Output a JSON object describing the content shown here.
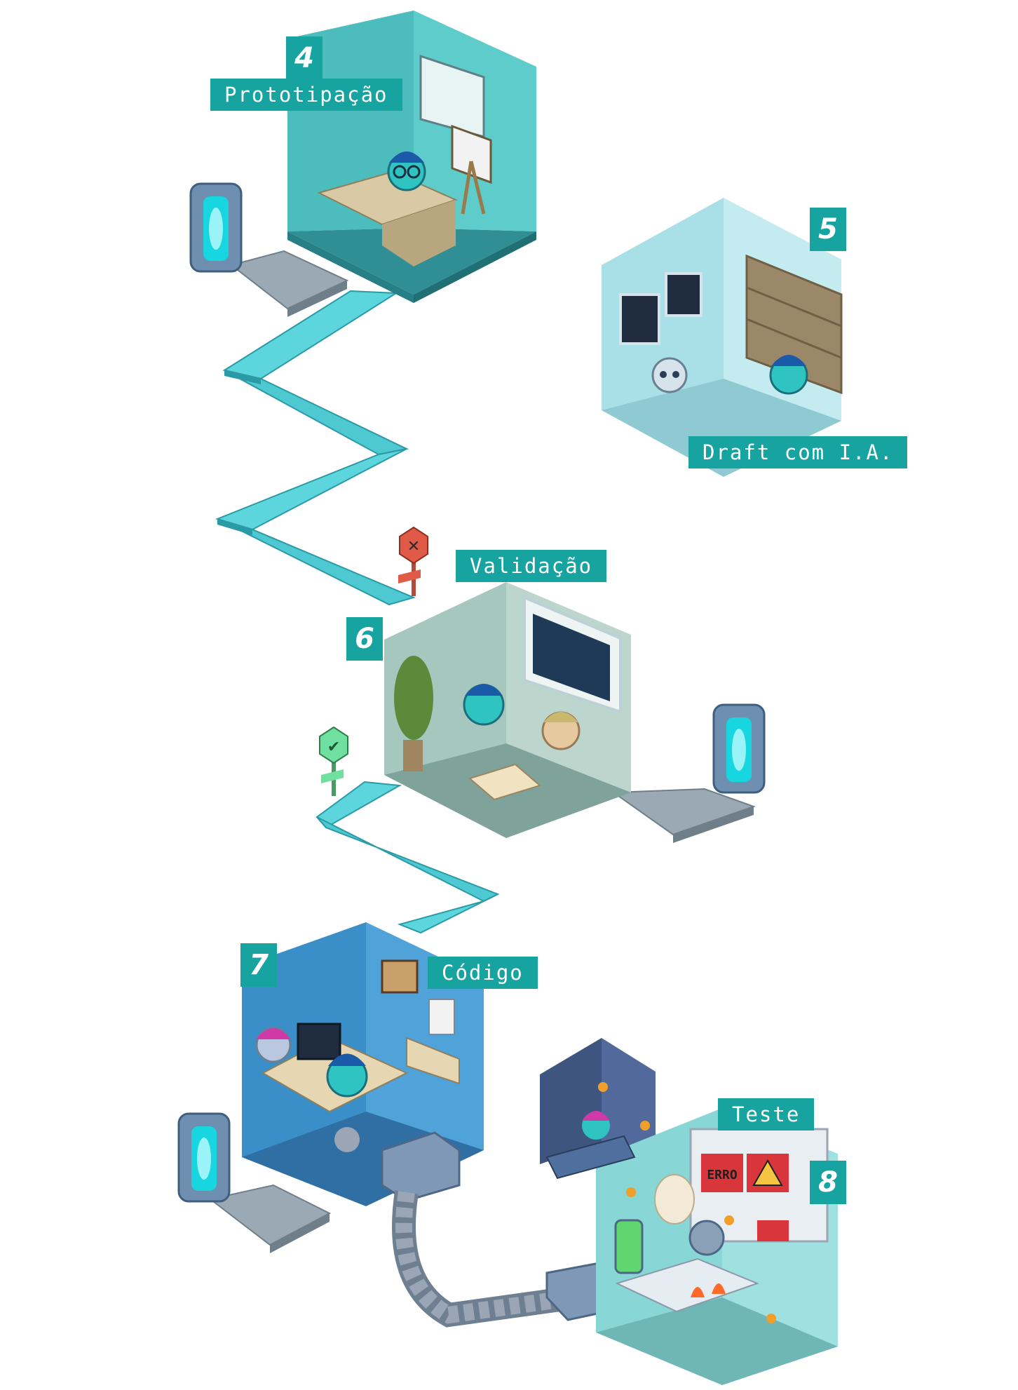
{
  "steps": [
    {
      "number": "4",
      "label": "Prototipação"
    },
    {
      "number": "5",
      "label": "Draft com I.A."
    },
    {
      "number": "6",
      "label": "Validação"
    },
    {
      "number": "7",
      "label": "Código"
    },
    {
      "number": "8",
      "label": "Teste"
    }
  ],
  "screen_text": {
    "erro": "ERRO"
  },
  "colors": {
    "accent": "#17a3a0",
    "path": "#5cd6dc",
    "path_dark": "#2a9aa6",
    "room4_wall": "#4cbcbc",
    "room5_wall": "#a9dfe6",
    "room6_wall": "#a6c7bd",
    "room7_wall": "#3a8fc9",
    "room8_wall": "#9fe0e0"
  }
}
